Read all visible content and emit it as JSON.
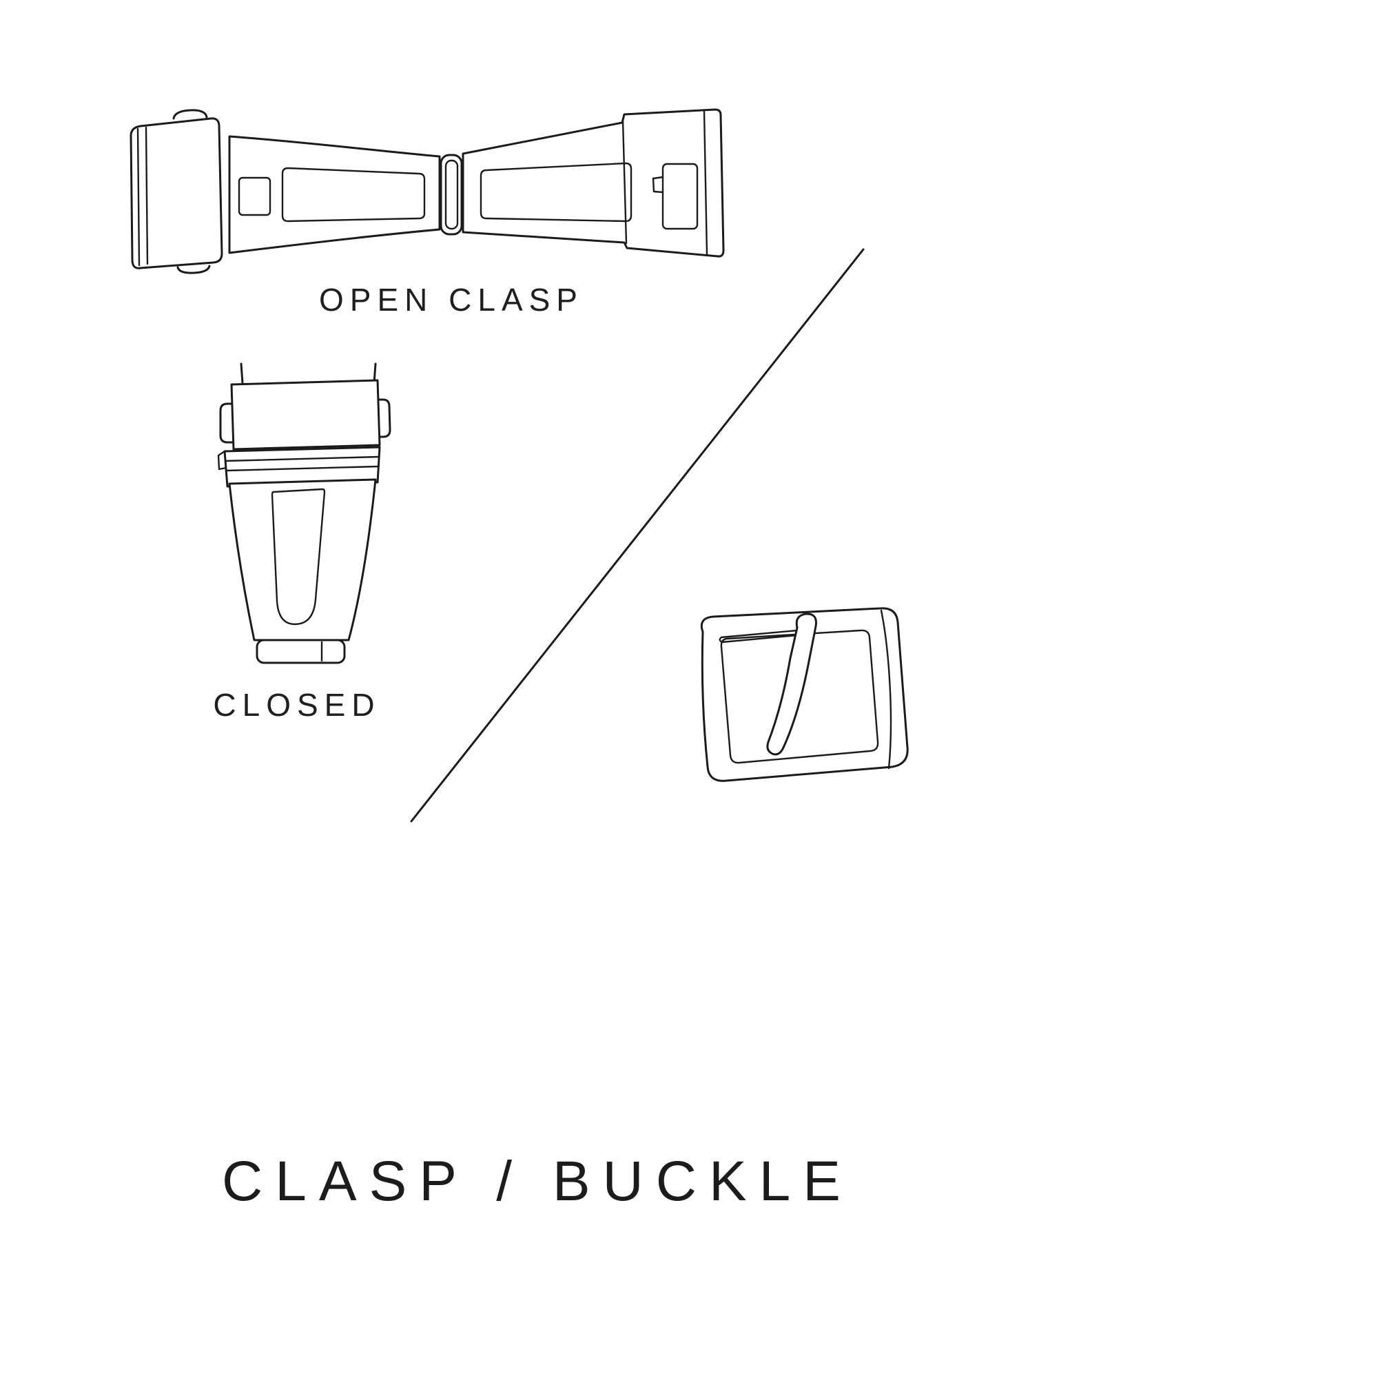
{
  "page": {
    "background": "#ffffff",
    "line_color": "#1b1b1b",
    "text_color": "#1f1f1f"
  },
  "diagram": {
    "title": "CLASP / BUCKLE",
    "labels": {
      "open_clasp": "OPEN CLASP",
      "closed": "CLOSED"
    },
    "illustrations": {
      "open_clasp": "open-clasp-line-art",
      "closed_clasp": "closed-clasp-line-art",
      "buckle": "buckle-line-art",
      "divider": "diagonal-divider-line"
    }
  }
}
